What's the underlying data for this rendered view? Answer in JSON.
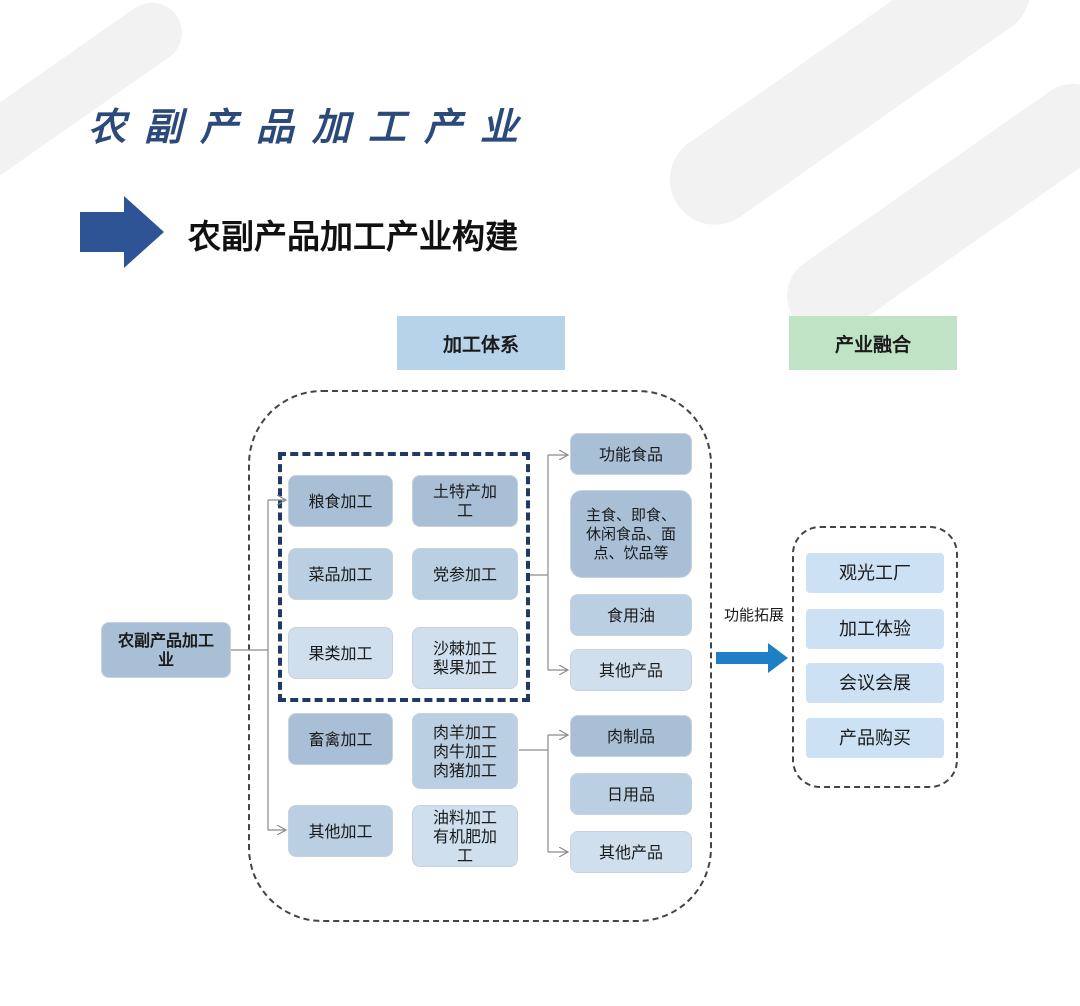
{
  "header": {
    "page_title": "农副产品加工产业",
    "section_title": "农副产品加工产业构建"
  },
  "diagram": {
    "root": "农副产品加工\n业",
    "columns": {
      "processing": "加工体系",
      "fusion": "产业融合"
    },
    "processing": [
      "粮食加工",
      "土特产加\n工",
      "菜品加工",
      "党参加工",
      "果类加工",
      "沙棘加工\n梨果加工",
      "畜禽加工",
      "肉羊加工\n肉牛加工\n肉猪加工",
      "其他加工",
      "油料加工\n有机肥加\n工"
    ],
    "products_upper": [
      "功能食品",
      "主食、即食、\n休闲食品、面\n点、饮品等",
      "食用油",
      "其他产品"
    ],
    "products_lower": [
      "肉制品",
      "日用品",
      "其他产品"
    ],
    "edge_label": "功能拓展",
    "fusion": [
      "观光工厂",
      "加工体验",
      "会议会展",
      "产品购买"
    ]
  },
  "colors": {
    "title_blue": "#2b4a7a",
    "arrow_blue": "#2f5496",
    "flow_arrow": "#1f7fc4"
  }
}
